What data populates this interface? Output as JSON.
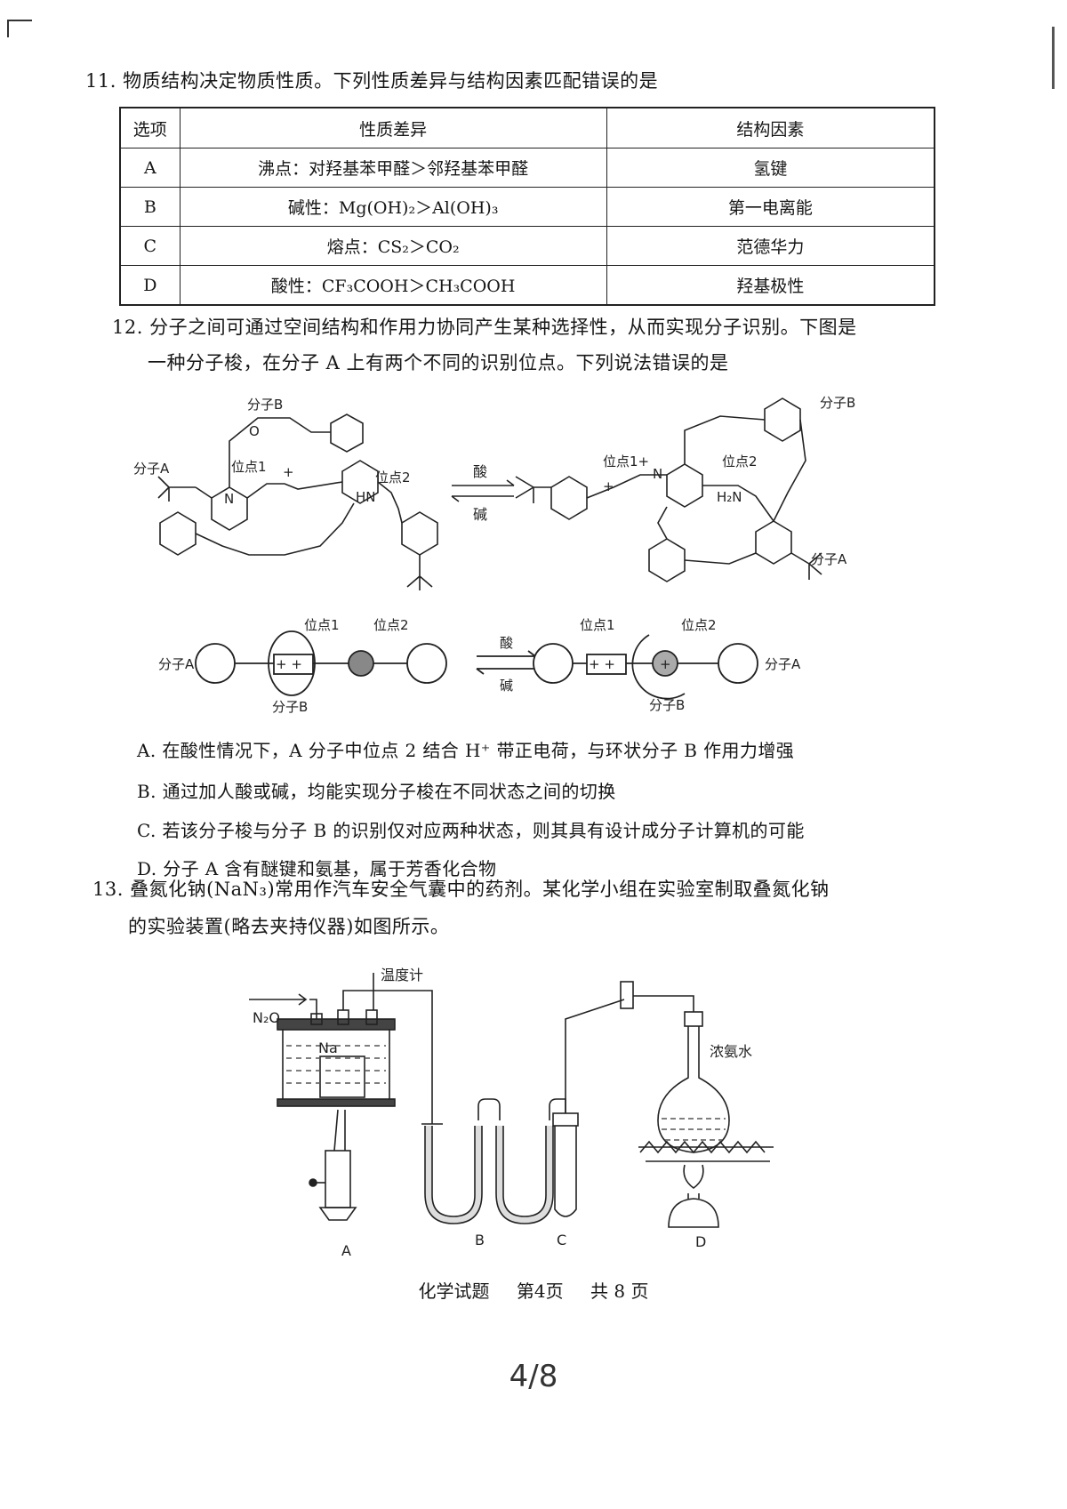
{
  "q11": {
    "stem": "11. 物质结构决定物质性质。下列性质差异与结构因素匹配错误的是",
    "headers": [
      "选项",
      "性质差异",
      "结构因素"
    ],
    "rows": [
      [
        "A",
        "沸点：对羟基苯甲醛＞邻羟基苯甲醛",
        "氢键"
      ],
      [
        "B",
        "碱性：Mg(OH)₂＞Al(OH)₃",
        "第一电离能"
      ],
      [
        "C",
        "熔点：CS₂＞CO₂",
        "范德华力"
      ],
      [
        "D",
        "酸性：CF₃COOH＞CH₃COOH",
        "羟基极性"
      ]
    ]
  },
  "q12": {
    "stem1": "12. 分子之间可通过空间结构和作用力协同产生某种选择性，从而实现分子识别。下图是",
    "stem2": "一种分子梭，在分子 A 上有两个不同的识别位点。下列说法错误的是",
    "figure": {
      "molA": "分子A",
      "molB": "分子B",
      "site1": "位点1",
      "site1plus": "位点1+",
      "site2": "位点2",
      "acid": "酸",
      "base": "碱",
      "hn": "HN",
      "h2n": "H₂N",
      "n": "N",
      "o": "O",
      "plus": "+",
      "plusplus": "+ +"
    },
    "options": {
      "A": "A. 在酸性情况下，A 分子中位点 2 结合 H⁺ 带正电荷，与环状分子 B 作用力增强",
      "B": "B. 通过加人酸或碱，均能实现分子梭在不同状态之间的切换",
      "C": "C. 若该分子梭与分子 B 的识别仅对应两种状态，则其具有设计成分子计算机的可能",
      "D": "D. 分子 A 含有醚键和氨基，属于芳香化合物"
    }
  },
  "q13": {
    "stem1": "13. 叠氮化钠(NaN₃)常用作汽车安全气囊中的药剂。某化学小组在实验室制取叠氮化钠",
    "stem2": "的实验装置(略去夹持仪器)如图所示。",
    "figure": {
      "n2o": "N₂O",
      "thermometer": "温度计",
      "na": "Na",
      "ammonia": "浓氨水",
      "labelA": "A",
      "labelB": "B",
      "labelC": "C",
      "labelD": "D"
    }
  },
  "footer": {
    "subject": "化学试题",
    "page": "第4页",
    "total": "共 8 页"
  },
  "page_indicator": "4/8"
}
